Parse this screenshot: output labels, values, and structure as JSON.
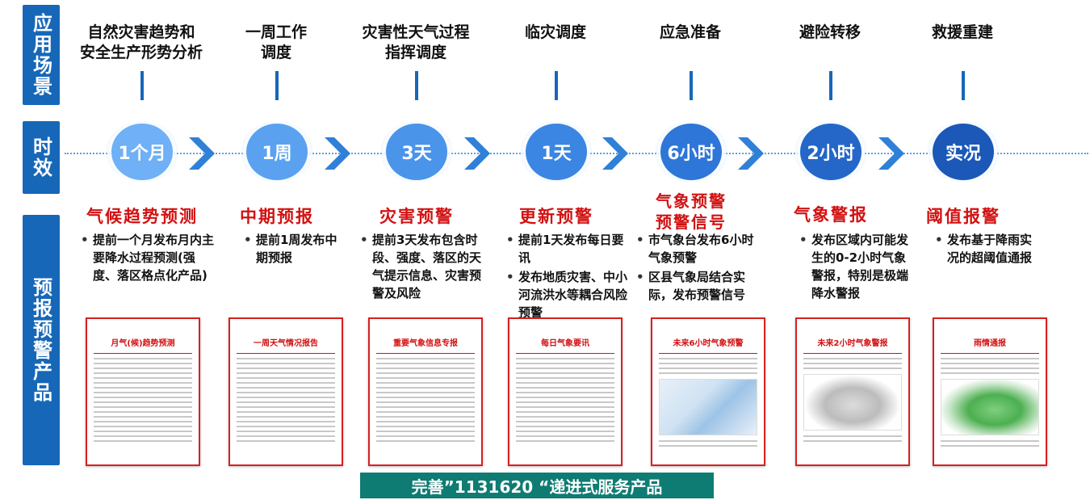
{
  "categories": {
    "scene": "应用场景",
    "time": "时效",
    "product": "预报预警产品"
  },
  "scenes": [
    "自然灾害趋势和\n安全生产形势分析",
    "一周工作\n调度",
    "灾害性天气过程\n指挥调度",
    "临灾调度",
    "应急准备",
    "避险转移",
    "救援重建"
  ],
  "times": [
    "1个月",
    "1周",
    "3天",
    "1天",
    "6小时",
    "2小时",
    "实况"
  ],
  "colors": {
    "primary_blue": "#1767b8",
    "red": "#d21111",
    "banner_teal": "#0f7c73",
    "node_1": "#6fb0f6",
    "node_2": "#5aa2f0",
    "node_3": "#4a94ea",
    "node_4": "#3b86e3",
    "node_5": "#2e76d8",
    "node_6": "#2467c9",
    "node_7": "#1b58b8"
  },
  "products": [
    {
      "title": "气候趋势预测",
      "bullets": [
        "提前一个月发布月内主要降水过程预测(强度、落区格点化产品)"
      ],
      "doc_title": "月气(候)趋势预测"
    },
    {
      "title": "中期预报",
      "bullets": [
        "提前1周发布中期预报"
      ],
      "doc_title": "一周天气情况报告"
    },
    {
      "title": "灾害预警",
      "bullets": [
        "提前3天发布包含时段、强度、落区的天气提示信息、灾害预警及风险"
      ],
      "doc_title": "重要气象信息专报"
    },
    {
      "title": "更新预警",
      "bullets": [
        "提前1天发布每日要讯",
        "发布地质灾害、中小河流洪水等耦合风险预警"
      ],
      "doc_title": "每日气象要讯"
    },
    {
      "title": "气象预警\n预警信号",
      "bullets": [
        "市气象台发布6小时气象预警",
        "区县气象局结合实际，发布预警信号"
      ],
      "doc_title": "未来6小时气象预警"
    },
    {
      "title": "气象警报",
      "bullets": [
        "发布区域内可能发生的0-2小时气象警报，特别是极端降水警报"
      ],
      "doc_title": "未来2小时气象警报"
    },
    {
      "title": "阈值报警",
      "bullets": [
        "发布基于降雨实况的超阈值通报"
      ],
      "doc_title": "雨情通报"
    }
  ],
  "banner": "完善”1131620 “递进式服务产品"
}
